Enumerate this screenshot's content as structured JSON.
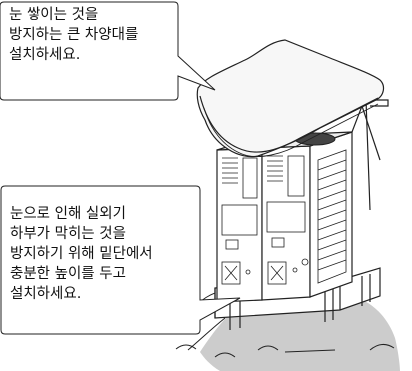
{
  "callouts": {
    "top": {
      "lines": [
        "눈 쌓이는 것을",
        "방지하는 큰 차양대를",
        "설치하세요."
      ]
    },
    "bottom": {
      "lines": [
        "눈으로 인해 실외기",
        "하부가 막히는 것을",
        "방지하기 위해 밑단에서",
        "충분한 높이를 두고",
        "설치하세요."
      ]
    }
  },
  "illustration": {
    "subject": "outdoor-unit-with-snow-canopy-and-raised-base",
    "line_color": "#222222",
    "snow_color": "#f2f2f2",
    "shade_color": "#cccccc"
  }
}
